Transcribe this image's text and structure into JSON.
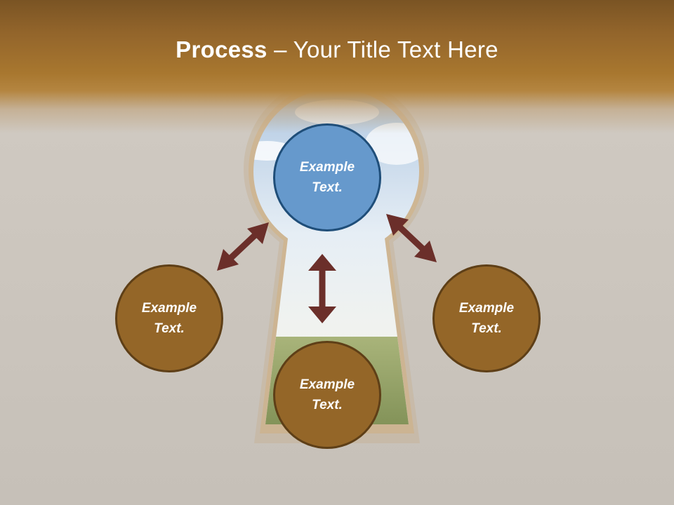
{
  "slide": {
    "title_bold": "Process",
    "title_rest": " – Your Title Text Here"
  },
  "nodes": {
    "top": "Example Text.",
    "left": "Example Text.",
    "right": "Example Text.",
    "bottom": "Example Text."
  },
  "colors": {
    "title_bar": "#a8772f",
    "node_blue": "#6699cc",
    "node_brown": "#946628",
    "arrow": "#6b2f2a"
  }
}
